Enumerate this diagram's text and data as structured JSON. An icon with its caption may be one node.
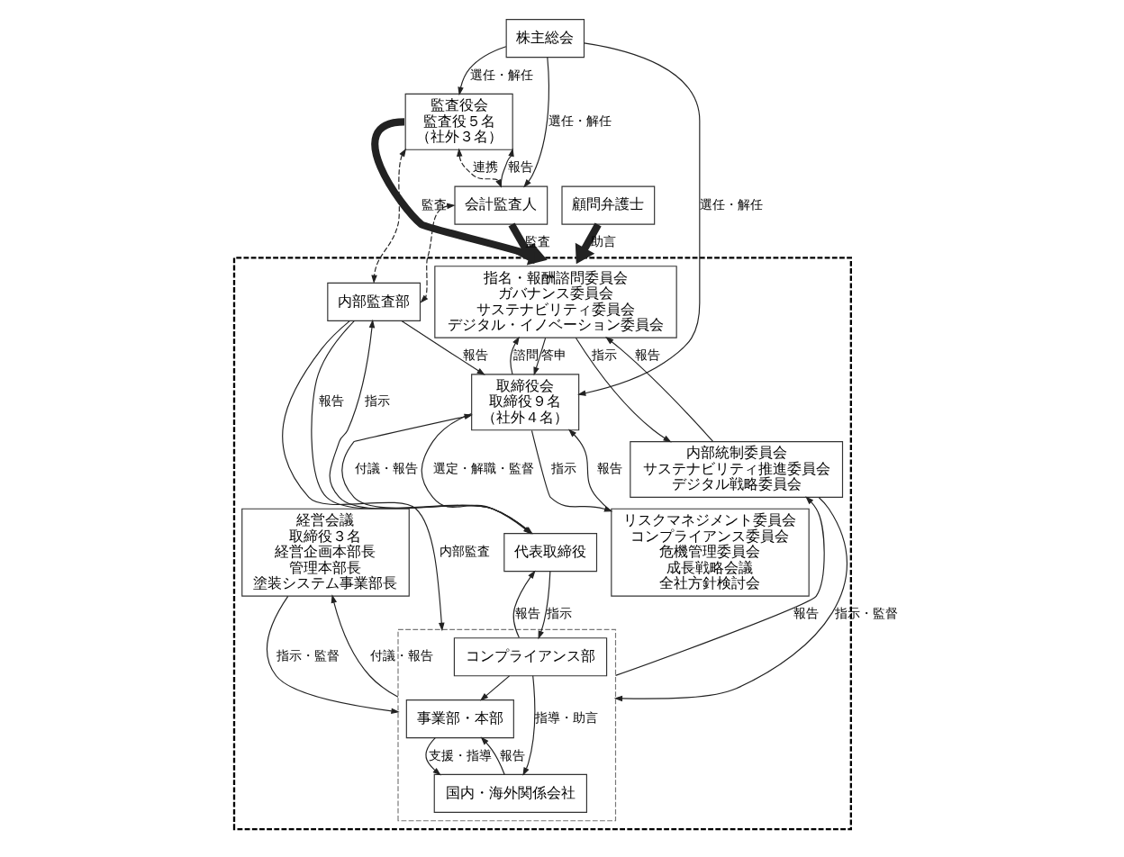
{
  "diagram": {
    "nodes": [
      {
        "text": [
          "株主総会"
        ]
      },
      {
        "text": [
          "監査役会",
          "監査役５名",
          "（社外３名）"
        ]
      },
      {
        "text": [
          "会計監査人"
        ]
      },
      {
        "text": [],
        "shape": "box"
      },
      {
        "text": [
          "指名・報酬諮問委員会",
          "ガバナンス委員会",
          "サステナビリティ委員会",
          "デジタル・イノベーション委員会"
        ],
        "in": 3
      },
      {
        "text": [
          "取締役会",
          "取締役９名",
          "（社外４名）"
        ],
        "in": 3
      },
      {
        "text": [
          "リスクマネジメント委員会",
          "コンプライアンス委員会",
          "危機管理委員会",
          "成長戦略会議",
          "全社方針検討会"
        ],
        "in": 3
      },
      {
        "text": [
          "内部統制委員会",
          "サステナビリティ推進委員会",
          "デジタル戦略委員会"
        ],
        "in": 3
      },
      {
        "text": [
          "内部監査部"
        ],
        "in": 3
      },
      {
        "text": [
          "代表取締役"
        ],
        "in": 3
      },
      {
        "text": [
          "経営会議",
          "取締役３名",
          "経営企画本部長",
          "管理本部長",
          "塗装システム事業部長"
        ],
        "in": 3
      },
      {
        "text": [],
        "shape": "box",
        "in": 3
      },
      {
        "text": [
          "事業部・本部"
        ],
        "in": 11
      },
      {
        "text": [
          "国内・海外関係会社"
        ],
        "in": 11
      },
      {
        "text": [
          "コンプライアンス部"
        ],
        "in": 11
      },
      {
        "text": [
          "顧問弁護士"
        ]
      }
    ],
    "edges": [
      {
        "from": 0,
        "to": 2,
        "arrow": "to",
        "label": "選任・解任"
      },
      {
        "from": 0,
        "to": 1,
        "arrow": "to",
        "label": "選任・解任"
      },
      {
        "from": 0,
        "to": 5,
        "arrow": "to",
        "label": "選任・解任"
      },
      {
        "from": 2,
        "to": 1,
        "arrow": "to",
        "label": "報告"
      },
      {
        "from": 1,
        "to": 2,
        "arrow": "both",
        "label": "連携",
        "style": "dashed"
      },
      {
        "from": 1,
        "to": 8,
        "arrow": "both",
        "style": "dashed"
      },
      {
        "from": 2,
        "to": 8,
        "arrow": "both",
        "style": "dashed"
      },
      {
        "from": 1,
        "to": 3,
        "arrow": "to",
        "label": "監査",
        "style": "thick"
      },
      {
        "from": 2,
        "to": 3,
        "arrow": "to",
        "label": "監査",
        "style": "thick"
      },
      {
        "from": 15,
        "to": 3,
        "arrow": "to",
        "label": "助言",
        "style": "thick"
      },
      {
        "from": 5,
        "to": 4,
        "arrow": "to",
        "label": "諮問"
      },
      {
        "from": 4,
        "to": 5,
        "arrow": "to",
        "label": "答申"
      },
      {
        "from": 8,
        "to": 5,
        "arrow": "to",
        "label": "報告"
      },
      {
        "from": 6,
        "to": 5,
        "arrow": "to",
        "label": "報告"
      },
      {
        "from": 5,
        "to": 6,
        "arrow": "to",
        "label": "指示"
      },
      {
        "from": 4,
        "to": 7,
        "arrow": "to",
        "label": "指示"
      },
      {
        "from": 7,
        "to": 4,
        "arrow": "to",
        "label": "報告"
      },
      {
        "from": 5,
        "to": 9,
        "arrow": "to",
        "label": "選定・解職・監督"
      },
      {
        "from": 9,
        "to": 5,
        "arrow": "to",
        "label": "付議・報告"
      },
      {
        "from": 9,
        "to": 8,
        "arrow": "to",
        "label": "指示"
      },
      {
        "from": 8,
        "to": 9,
        "arrow": "to",
        "label": "報告"
      },
      {
        "from": 8,
        "to": 11,
        "arrow": "to",
        "label": "内部監査"
      },
      {
        "from": 10,
        "to": 11,
        "arrow": "to",
        "label": "指示・監督"
      },
      {
        "from": 11,
        "to": 10,
        "arrow": "to",
        "label": "付議・報告"
      },
      {
        "from": 9,
        "to": 14,
        "arrow": "to",
        "label": "指示"
      },
      {
        "from": 14,
        "to": 9,
        "arrow": "to",
        "label": "報告"
      },
      {
        "from": 7,
        "to": 11,
        "arrow": "to",
        "label": "指示・監督"
      },
      {
        "from": 11,
        "to": 7,
        "arrow": "to",
        "label": "報告"
      },
      {
        "from": 14,
        "to": 12,
        "arrow": "to"
      },
      {
        "from": 14,
        "to": 13,
        "arrow": "to",
        "label": "指導・助言"
      },
      {
        "from": 12,
        "to": 13,
        "arrow": "to",
        "label": "支援・指導"
      },
      {
        "from": 13,
        "to": 12,
        "arrow": "to",
        "label": "報告"
      }
    ]
  }
}
